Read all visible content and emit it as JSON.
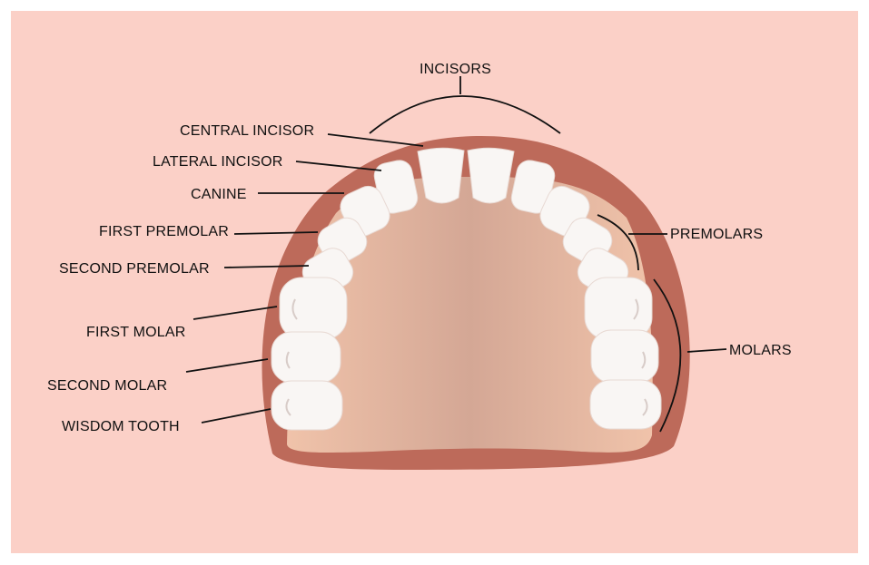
{
  "colors": {
    "background": "#fbd0c7",
    "gum": "#bd6a5a",
    "palate": "#eec0a8",
    "palate_center": "#d6a896",
    "tooth": "#f9f6f4"
  },
  "labels": {
    "incisors": "INCISORS",
    "central_incisor": "CENTRAL INCISOR",
    "lateral_incisor": "LATERAL INCISOR",
    "canine": "CANINE",
    "first_premolar": "FIRST PREMOLAR",
    "second_premolar": "SECOND PREMOLAR",
    "first_molar": "FIRST MOLAR",
    "second_molar": "SECOND MOLAR",
    "wisdom_tooth": "WISDOM TOOTH",
    "premolars": "PREMOLARS",
    "molars": "MOLARS"
  }
}
